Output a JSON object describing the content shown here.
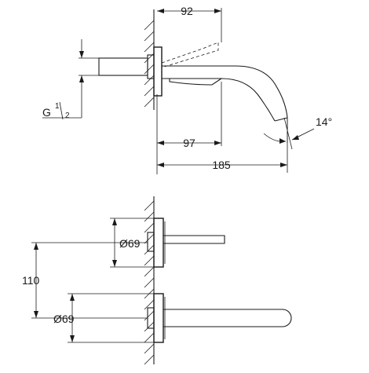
{
  "side_view": {
    "dim_projection": "92",
    "dim_wall_to_bend": "97",
    "dim_overall": "185",
    "dim_angle": "14°",
    "thread_prefix": "G",
    "thread_num": "1",
    "thread_den": "2"
  },
  "front_view": {
    "dim_upper_rosette": "Ø69",
    "dim_lower_rosette": "Ø69",
    "dim_vertical_spacing": "110"
  }
}
